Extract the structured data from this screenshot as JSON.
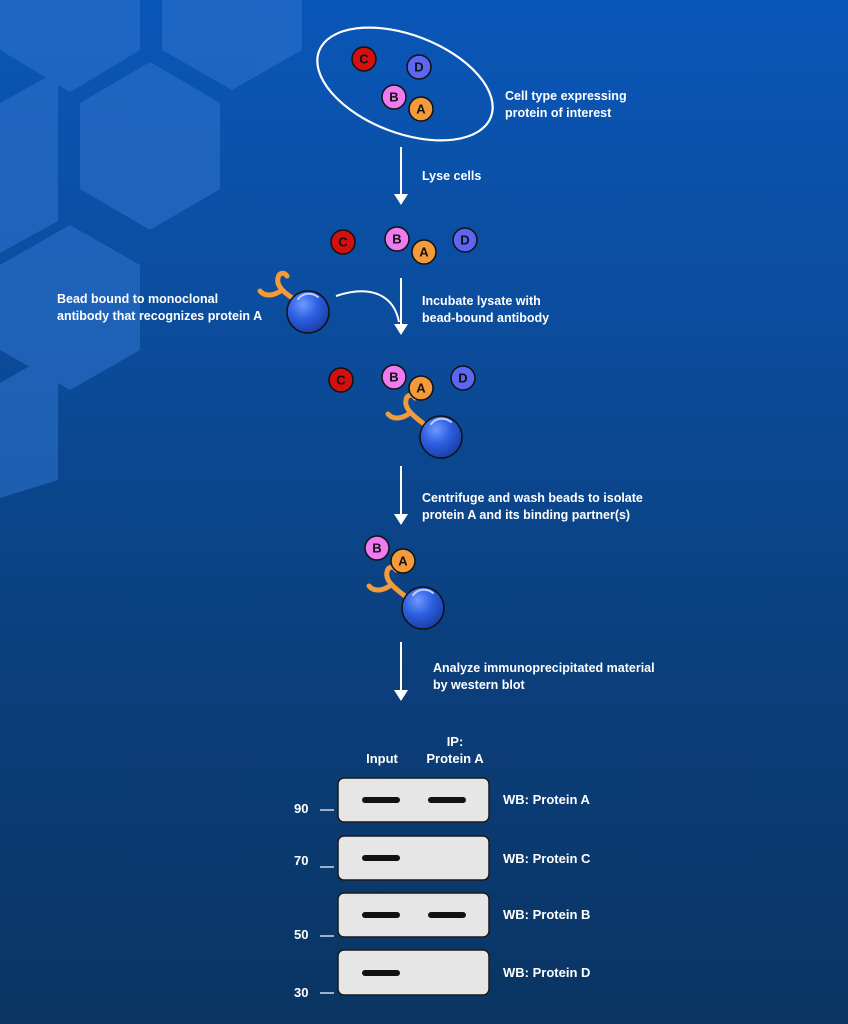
{
  "steps": {
    "cell_label": [
      "Cell type expressing",
      "protein of  interest"
    ],
    "lyse": "Lyse cells",
    "bead_label": [
      "Bead bound to monoclonal",
      "antibody that recognizes protein A"
    ],
    "incubate": [
      "Incubate lysate with",
      "bead-bound antibody"
    ],
    "centrifuge": [
      "Centrifuge and wash beads to isolate",
      "protein A and its binding partner(s)"
    ],
    "analyze": [
      "Analyze immunoprecipitated material",
      "by western blot"
    ]
  },
  "proteins": {
    "A": "A",
    "B": "B",
    "C": "C",
    "D": "D"
  },
  "colors": {
    "protein_A": "#f39a3a",
    "protein_B": "#ee7cf0",
    "protein_C": "#d40f0f",
    "protein_D": "#5c66f0",
    "bead": "#2d5fe0",
    "antibody": "#f39a3a",
    "blot_panel": "#e6e6e6",
    "band": "#111111"
  },
  "blot": {
    "col_input": "Input",
    "col_ip_line1": "IP:",
    "col_ip_line2": "Protein A",
    "mw_markers": [
      "90",
      "70",
      "50",
      "30"
    ],
    "rows": [
      {
        "label": "WB: Protein A",
        "input_band": true,
        "ip_band": true
      },
      {
        "label": "WB: Protein C",
        "input_band": true,
        "ip_band": false
      },
      {
        "label": "WB: Protein B",
        "input_band": true,
        "ip_band": true
      },
      {
        "label": "WB: Protein D",
        "input_band": true,
        "ip_band": false
      }
    ]
  }
}
